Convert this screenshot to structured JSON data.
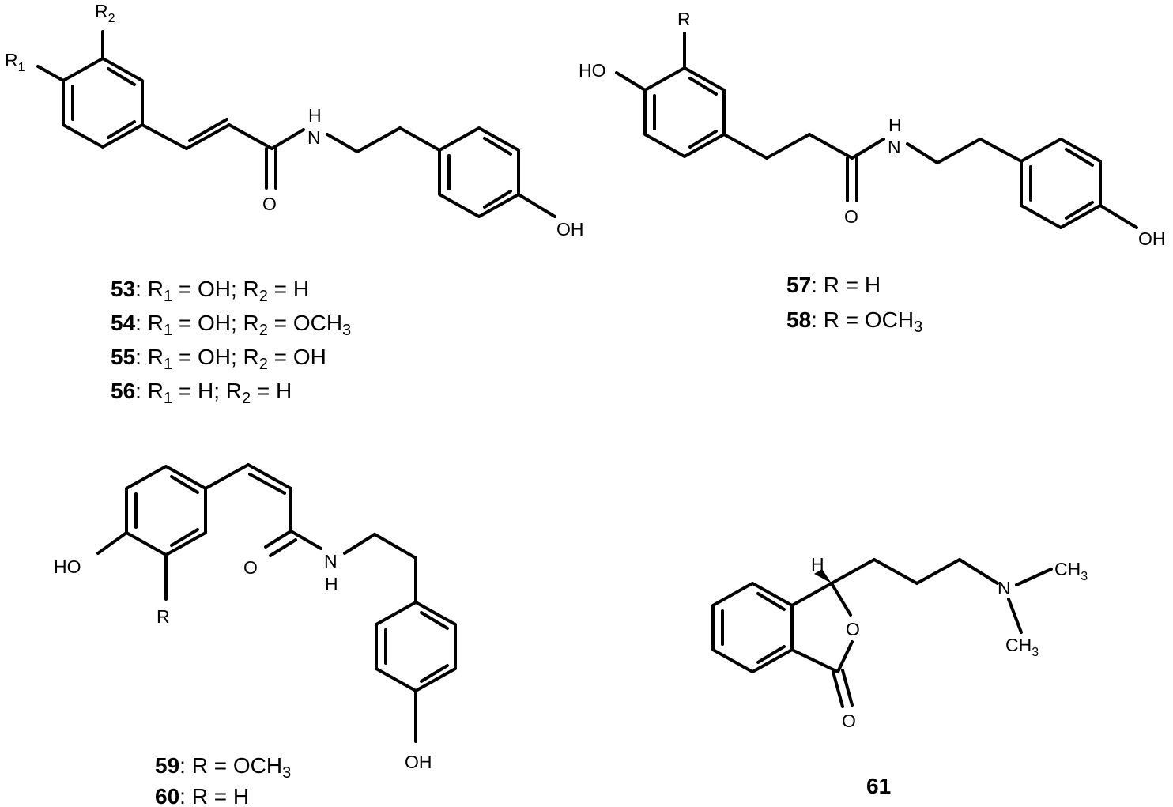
{
  "compounds": {
    "c53_56": {
      "atoms": {
        "r1": "R",
        "r1_sub": "1",
        "r2": "R",
        "r2_sub": "2",
        "nh": "H",
        "n": "N",
        "o": "O",
        "oh": "OH"
      },
      "captions": [
        {
          "num": "53",
          "r1": "OH",
          "r2": "H"
        },
        {
          "num": "54",
          "r1": "OH",
          "r2": "OCH",
          "r2_sub": "3"
        },
        {
          "num": "55",
          "r1": "OH",
          "r2": "OH"
        },
        {
          "num": "56",
          "r1": "H",
          "r2": "H"
        }
      ]
    },
    "c57_58": {
      "atoms": {
        "r": "R",
        "ho": "HO",
        "nh": "H",
        "n": "N",
        "o": "O",
        "oh": "OH"
      },
      "captions": [
        {
          "num": "57",
          "r": "H"
        },
        {
          "num": "58",
          "r": "OCH",
          "r_sub": "3"
        }
      ]
    },
    "c59_60": {
      "atoms": {
        "ho": "HO",
        "r": "R",
        "o": "O",
        "n": "N",
        "nh": "H",
        "oh": "OH"
      },
      "captions": [
        {
          "num": "59",
          "r": "OCH",
          "r_sub": "3"
        },
        {
          "num": "60",
          "r": "H"
        }
      ]
    },
    "c61": {
      "atoms": {
        "h": "H",
        "o_ring": "O",
        "o_carbonyl": "O",
        "n": "N",
        "ch3_top": "CH",
        "ch3_top_sub": "3",
        "ch3_bottom": "CH",
        "ch3_bottom_sub": "3"
      },
      "caption": {
        "num": "61"
      }
    }
  }
}
